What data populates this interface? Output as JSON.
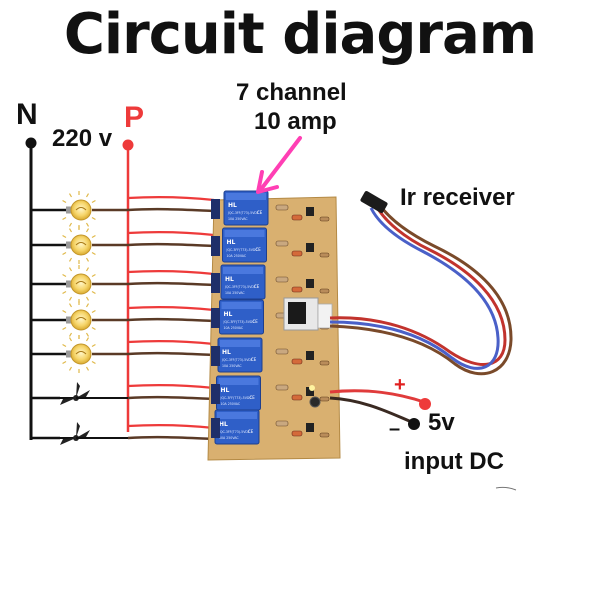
{
  "title": "Circuit diagram",
  "board_label": {
    "line1": "7 channel",
    "line2": "10 amp"
  },
  "neutral_label": "N",
  "phase_label": "P",
  "voltage_label": "220 v",
  "ir_label": "Ir receiver",
  "dc_plus": "+",
  "dc_minus": "–",
  "dc_voltage": "5v",
  "dc_label": "input DC",
  "relay_text": {
    "brand": "HL",
    "line1": "JQC-3FF(T73)-5VDC",
    "line2": "10A 250VAC",
    "mark": "CE"
  },
  "loads": [
    "bulb",
    "bulb",
    "bulb",
    "bulb",
    "bulb",
    "fan",
    "fan"
  ],
  "colors": {
    "phase": "#ee3a3a",
    "neutral": "#111111",
    "relay": "#2f5fc8",
    "pcb": "#d9b070",
    "arrow": "#ff3fb4"
  }
}
